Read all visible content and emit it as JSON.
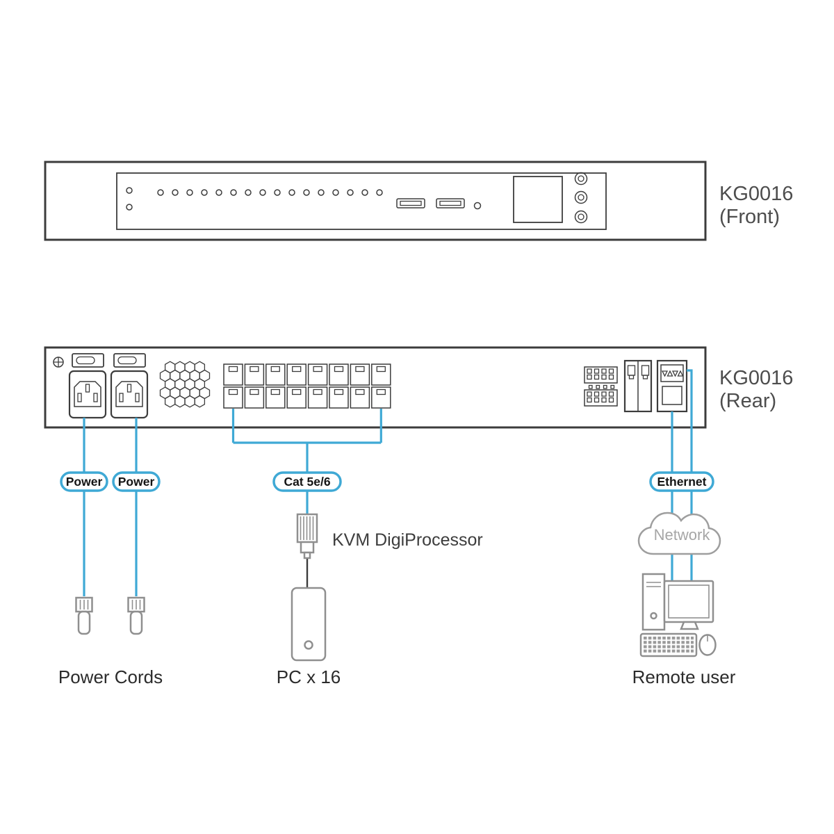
{
  "colors": {
    "cable": "#3fa9d5",
    "device": "#3c3c3c",
    "gray": "#8f8f8f"
  },
  "front_panel": {
    "title": "KG0016",
    "subtitle": "(Front)"
  },
  "rear_panel": {
    "title": "KG0016",
    "subtitle": "(Rear)"
  },
  "cable_tags": {
    "power_left": "Power",
    "power_right": "Power",
    "cat5": "Cat 5e/6",
    "ethernet": "Ethernet"
  },
  "captions": {
    "kvm_digiprocessor": "KVM DigiProcessor",
    "network": "Network",
    "power_cords": "Power Cords",
    "pc_count": "PC x 16",
    "remote_user": "Remote user"
  }
}
